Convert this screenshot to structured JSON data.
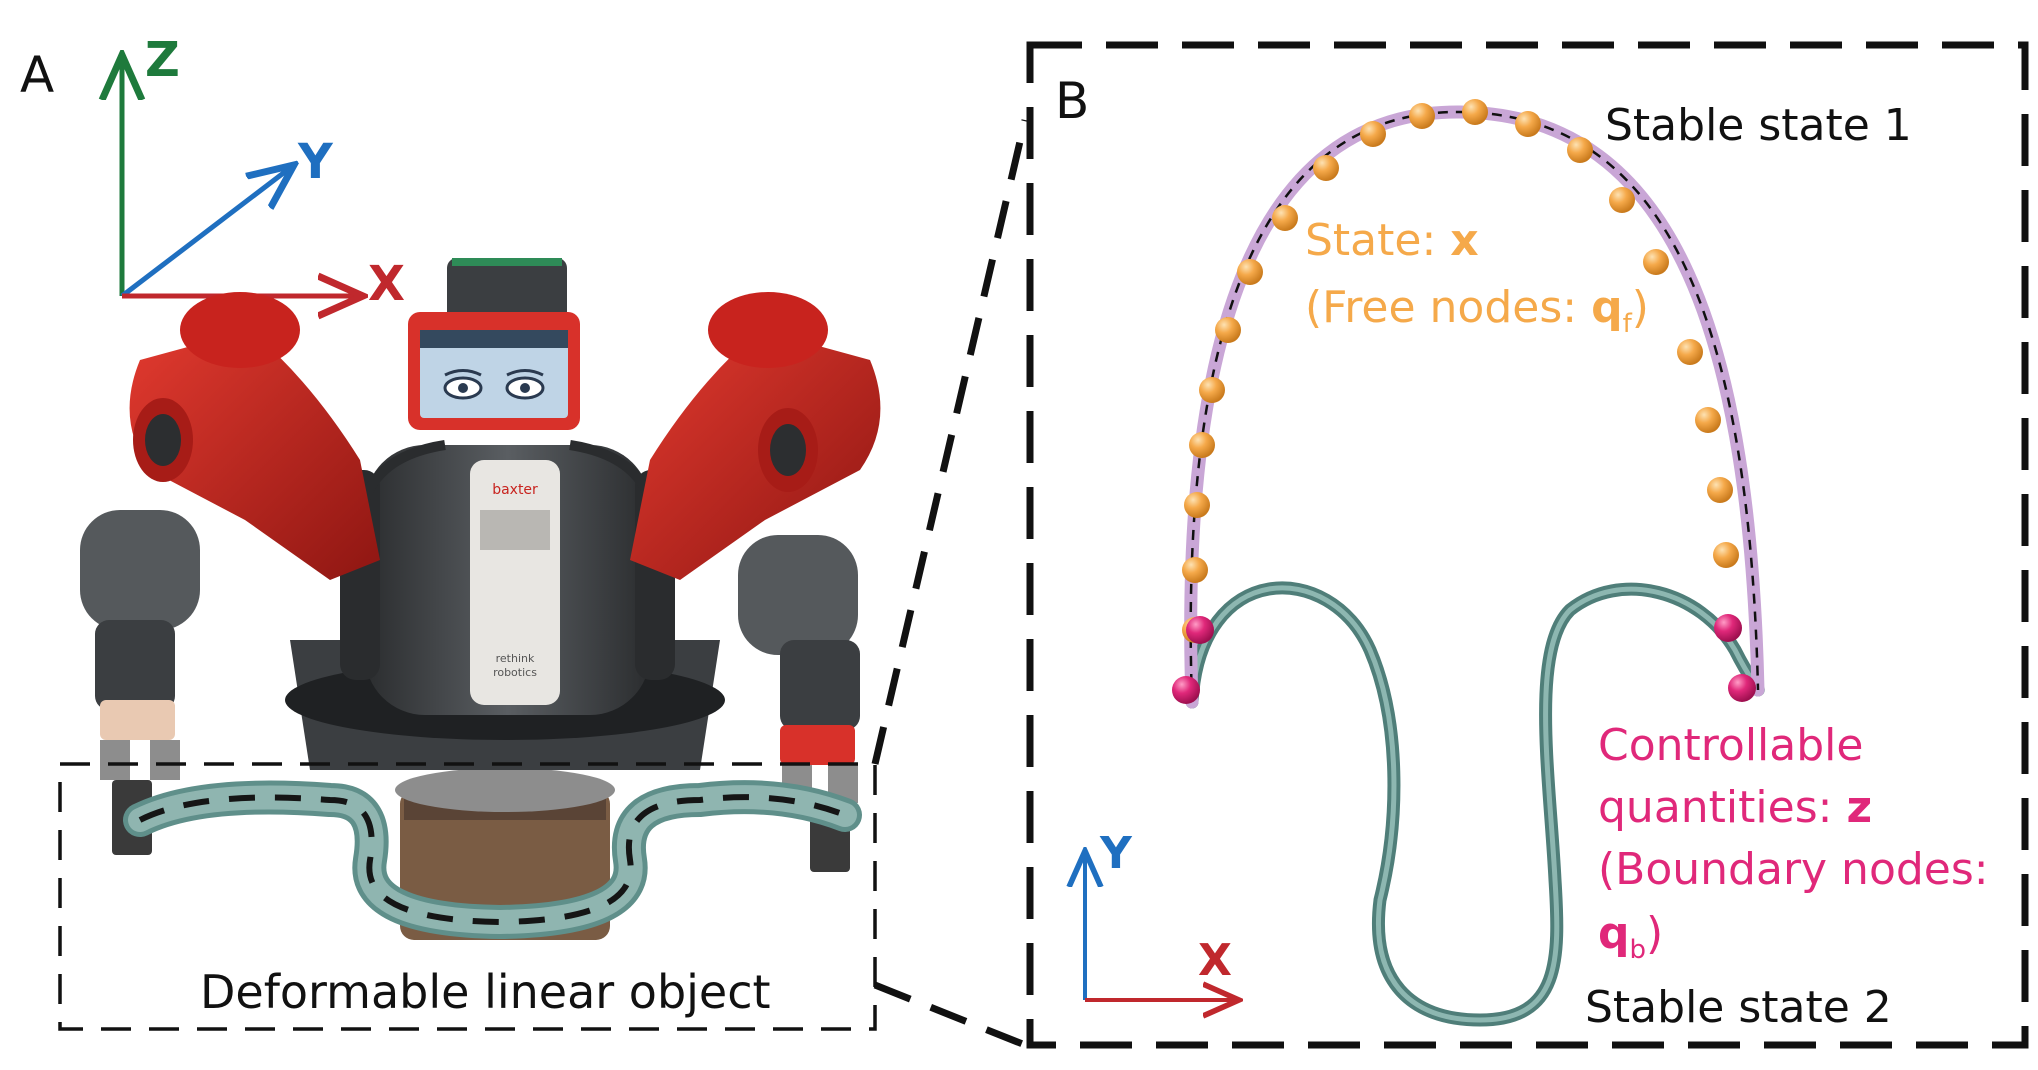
{
  "panel_a": {
    "label": "A",
    "caption": "Deformable linear object",
    "axes": {
      "z": "Z",
      "y": "Y",
      "x": "X"
    },
    "robot": {
      "brand_text": "baxter",
      "maker_line1": "rethink",
      "maker_line2": "robotics"
    }
  },
  "panel_b": {
    "label": "B",
    "stable_state_1": "Stable state 1",
    "stable_state_2": "Stable state 2",
    "state_label": "State: ",
    "state_symbol": "x",
    "free_nodes_open": "(Free nodes: ",
    "free_nodes_symbol": "q",
    "free_nodes_sub": "f",
    "free_nodes_close": ")",
    "controllable_line1": "Controllable",
    "controllable_line2": "quantities: ",
    "controllable_symbol": "z",
    "boundary_nodes_line": "(Boundary nodes:",
    "boundary_nodes_symbol": "q",
    "boundary_nodes_sub": "b",
    "boundary_nodes_close": ")",
    "axes": {
      "y": "Y",
      "x": "X"
    }
  },
  "colors": {
    "z_axis": "#1e7a3c",
    "y_axis": "#1f6fc0",
    "x_axis": "#c0282d",
    "free_node": "#f5a94a",
    "boundary_node": "#e0287a",
    "stable_curve_1": "#c9a6d6",
    "stable_curve_2": "#5f8f8a",
    "robot_red": "#c8231e",
    "robot_dark": "#3e4143"
  }
}
